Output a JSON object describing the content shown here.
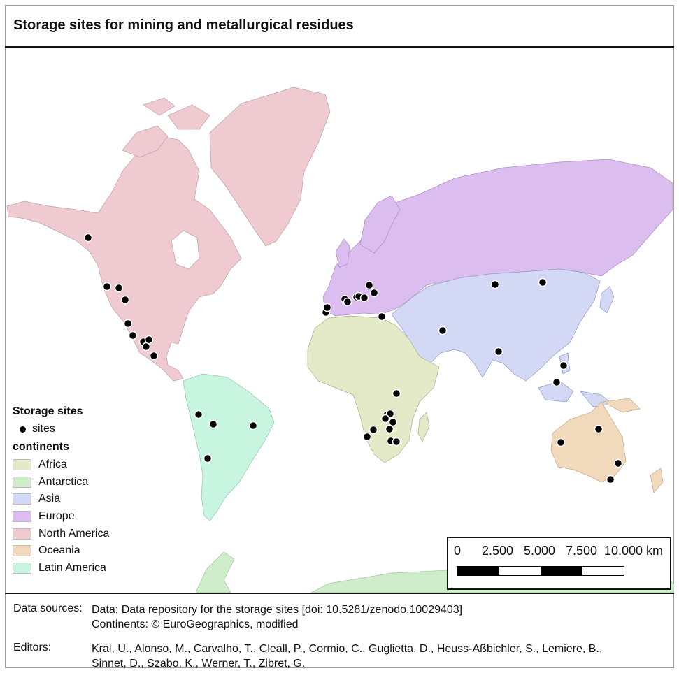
{
  "title": "Storage sites for mining and metallurgical residues",
  "legend": {
    "sites_heading": "Storage sites",
    "sites_label": "sites",
    "continents_heading": "continents",
    "continents": [
      {
        "name": "Africa",
        "color": "#e4e9c8"
      },
      {
        "name": "Antarctica",
        "color": "#cfeccb"
      },
      {
        "name": "Asia",
        "color": "#d3d9f5"
      },
      {
        "name": "Europe",
        "color": "#dcbdef"
      },
      {
        "name": "North America",
        "color": "#efcad1"
      },
      {
        "name": "Oceania",
        "color": "#f1d9bc"
      },
      {
        "name": "Latin America",
        "color": "#c8f5e0"
      }
    ]
  },
  "scale_bar": {
    "labels": [
      "0",
      "2.500",
      "5.000",
      "7.500",
      "10.000 km"
    ]
  },
  "footer": {
    "sources_label": "Data sources:",
    "sources_line1": "Data: Data repository for the storage sites [doi: 10.5281/zenodo.10029403]",
    "sources_line2": "Continents: © EuroGeographics, modified",
    "editors_label": "Editors:",
    "editors_line1": "Kral, U., Alonso, M., Carvalho, T., Cleall, P., Cormio, C., Guglietta, D., Heuss-Aßbichler, S., Lemiere, B.,",
    "editors_line2": "Sinnet, D., Szabo, K., Werner, T., Zibret, G."
  }
}
